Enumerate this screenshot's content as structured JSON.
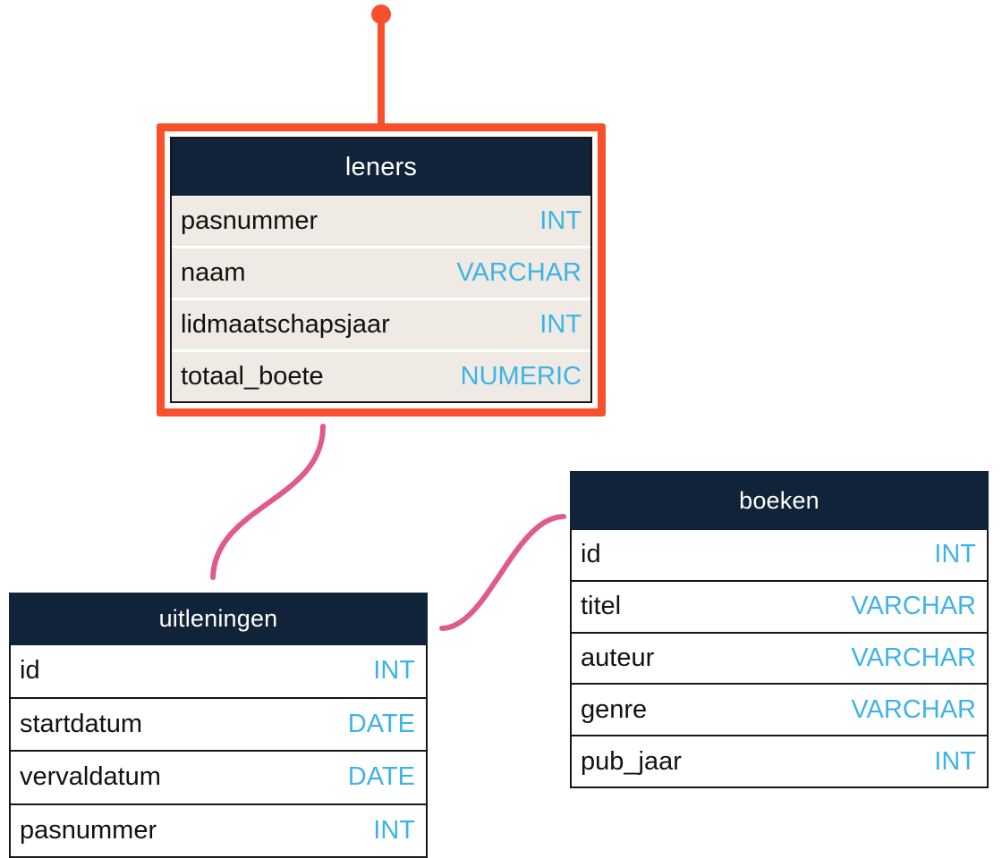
{
  "diagram": {
    "title": "",
    "type": "entity-relationship-diagram",
    "background_color": "#ffffff",
    "colors": {
      "header_navy": "#102338",
      "type_blue": "#3fb3e6",
      "highlight_orange": "#f7502a",
      "relation_pink": "#e05a8c",
      "highlight_row_cream": "#efebe4",
      "row_white": "#ffffff",
      "outline_dark": "#14161a"
    }
  },
  "tables": [
    {
      "id": "leners",
      "name": "leners",
      "highlighted": true,
      "row_background": "#efebe4",
      "columns": [
        {
          "name": "pasnummer",
          "type": "INT"
        },
        {
          "name": "naam",
          "type": "VARCHAR"
        },
        {
          "name": "lidmaatschapsjaar",
          "type": "INT"
        },
        {
          "name": "totaal_boete",
          "type": "NUMERIC"
        }
      ]
    },
    {
      "id": "uitleningen",
      "name": "uitleningen",
      "highlighted": false,
      "row_background": "#ffffff",
      "columns": [
        {
          "name": "id",
          "type": "INT"
        },
        {
          "name": "startdatum",
          "type": "DATE"
        },
        {
          "name": "vervaldatum",
          "type": "DATE"
        },
        {
          "name": "pasnummer",
          "type": "INT"
        }
      ]
    },
    {
      "id": "boeken",
      "name": "boeken",
      "highlighted": false,
      "row_background": "#ffffff",
      "columns": [
        {
          "name": "id",
          "type": "INT"
        },
        {
          "name": "titel",
          "type": "VARCHAR"
        },
        {
          "name": "auteur",
          "type": "VARCHAR"
        },
        {
          "name": "genre",
          "type": "VARCHAR"
        },
        {
          "name": "pub_jaar",
          "type": "INT"
        }
      ]
    }
  ],
  "connectors": [
    {
      "id": "pointer-to-leners",
      "style": "straight-with-dot",
      "color": "#f7502a",
      "from": "marker-dot",
      "to": "leners"
    },
    {
      "id": "leners-uitleningen",
      "style": "s-curve",
      "color": "#e05a8c",
      "from": "leners",
      "to": "uitleningen"
    },
    {
      "id": "uitleningen-boeken",
      "style": "s-curve",
      "color": "#e05a8c",
      "from": "uitleningen",
      "to": "boeken"
    }
  ]
}
